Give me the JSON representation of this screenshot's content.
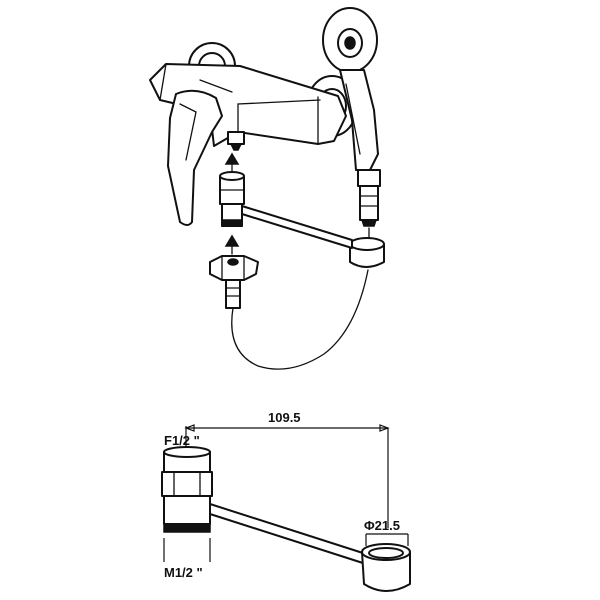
{
  "labels": {
    "length": "109.5",
    "inlet_thread": "F1/2 \"",
    "outlet_thread": "M1/2 \"",
    "ring_diameter": "Φ21.5"
  },
  "colors": {
    "line": "#111111",
    "background": "#ffffff"
  }
}
